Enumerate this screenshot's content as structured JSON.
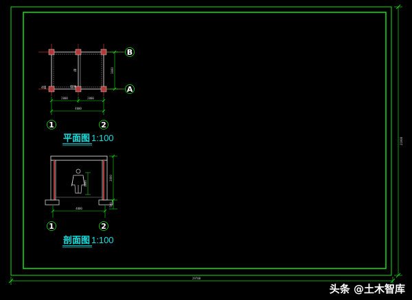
{
  "sheet": {
    "width_dim": "29700",
    "height_dim": "21000"
  },
  "plan": {
    "axis_b": "B",
    "axis_a": "A",
    "axis_1": "1",
    "axis_2": "2",
    "dim_left": "2000",
    "dim_right": "2000",
    "dim_total": "4000",
    "dim_height": "3000",
    "label_inner": "柱",
    "label_left": "4墙",
    "label_bottom": "墙体",
    "title": "平面图",
    "scale": "1:100"
  },
  "section": {
    "axis_1": "1",
    "axis_2": "2",
    "dim_total": "4000",
    "dim_height": "3000",
    "dim_figure": "1800",
    "dim_base": "500",
    "title": "剖面图",
    "scale": "1:100"
  },
  "watermark": "头条 @土木智库",
  "colors": {
    "frame": "#17e017",
    "dim": "#17e017",
    "column": "#b03a3a",
    "title": "#17e0e0",
    "axis_bubble": "#17e017"
  }
}
